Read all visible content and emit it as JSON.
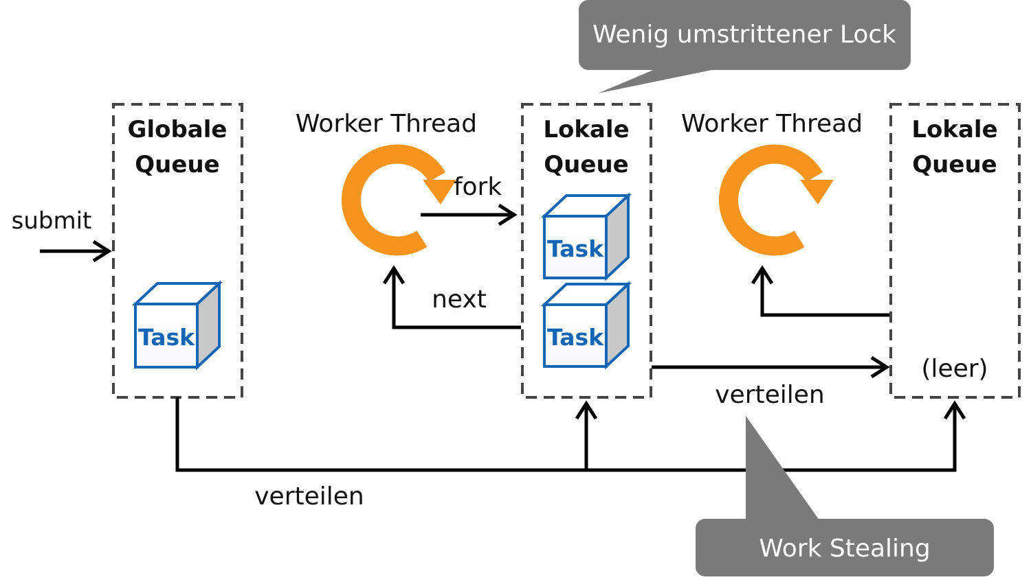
{
  "global_queue": {
    "title_line1": "Globale",
    "title_line2": "Queue",
    "task_label": "Task"
  },
  "worker_1": {
    "label": "Worker Thread",
    "fork_label": "fork",
    "next_label": "next"
  },
  "local_queue_1": {
    "title_line1": "Lokale",
    "title_line2": "Queue",
    "task1_label": "Task",
    "task2_label": "Task"
  },
  "worker_2": {
    "label": "Worker Thread"
  },
  "local_queue_2": {
    "title_line1": "Lokale",
    "title_line2": "Queue",
    "empty_label": "(leer)"
  },
  "submit_label": "submit",
  "distribute_bottom_label": "verteilen",
  "distribute_right_label": "verteilen",
  "callout_lock": "Wenig umstrittener Lock",
  "callout_steal": "Work Stealing",
  "colors": {
    "worker": "#f7941d",
    "task": "#1565b5",
    "callout": "#7a7a7a"
  }
}
